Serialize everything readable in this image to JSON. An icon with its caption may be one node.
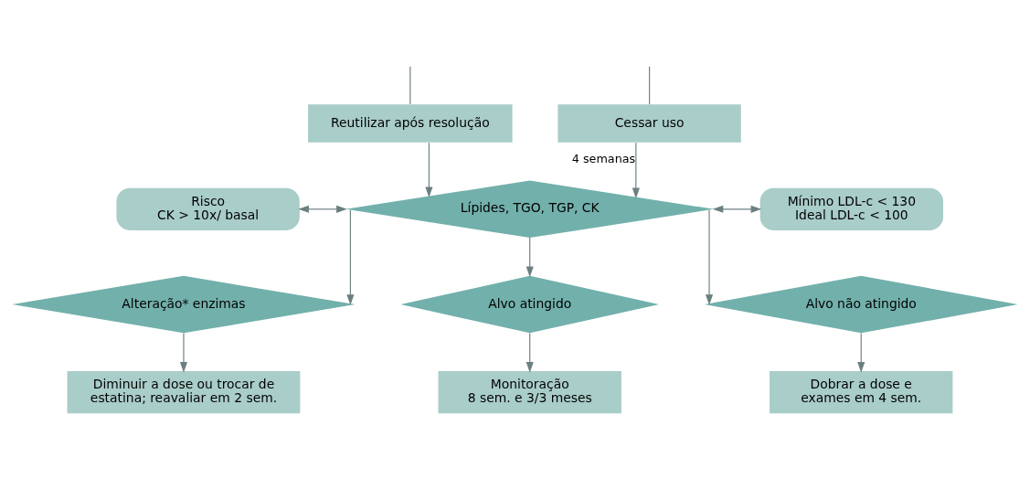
{
  "diagram": {
    "nodes": [
      {
        "text": [
          "Cessar uso"
        ]
      },
      {
        "text": [
          "Reutilizar após resolução"
        ]
      },
      {
        "text": [
          "Lípides, TGO, TGP, CK"
        ]
      },
      {
        "text": [
          "Risco",
          "CK > 10x/ basal"
        ]
      },
      {
        "text": [
          "Mínimo LDL-c < 130",
          "Ideal LDL-c < 100"
        ]
      },
      {
        "text": [
          "Alteração* enzimas"
        ]
      },
      {
        "text": [
          "Alvo atingido"
        ]
      },
      {
        "text": [
          "Alvo não atingido"
        ]
      },
      {
        "text": [
          "Diminuir a dose ou trocar de estatina; reavaliar em 2 sem."
        ]
      },
      {
        "text": [
          "Monitoração",
          "8 sem. e 3/3 meses"
        ]
      },
      {
        "text": [
          "Dobrar a dose e exames em 4 sem."
        ]
      }
    ],
    "edges": [
      {
        "from": null,
        "to": 0,
        "arrow": "none"
      },
      {
        "from": null,
        "to": 1,
        "arrow": "none"
      },
      {
        "from": 0,
        "to": 2,
        "arrow": "to",
        "label": "4 semanas"
      },
      {
        "from": 1,
        "to": 2,
        "arrow": "to"
      },
      {
        "from": 2,
        "to": 3,
        "arrow": "both"
      },
      {
        "from": 2,
        "to": 4,
        "arrow": "both"
      },
      {
        "from": 2,
        "to": 5,
        "arrow": "to"
      },
      {
        "from": 2,
        "to": 6,
        "arrow": "to"
      },
      {
        "from": 2,
        "to": 7,
        "arrow": "to"
      },
      {
        "from": 5,
        "to": 8,
        "arrow": "to"
      },
      {
        "from": 6,
        "to": 9,
        "arrow": "to"
      },
      {
        "from": 7,
        "to": 10,
        "arrow": "to"
      }
    ]
  }
}
